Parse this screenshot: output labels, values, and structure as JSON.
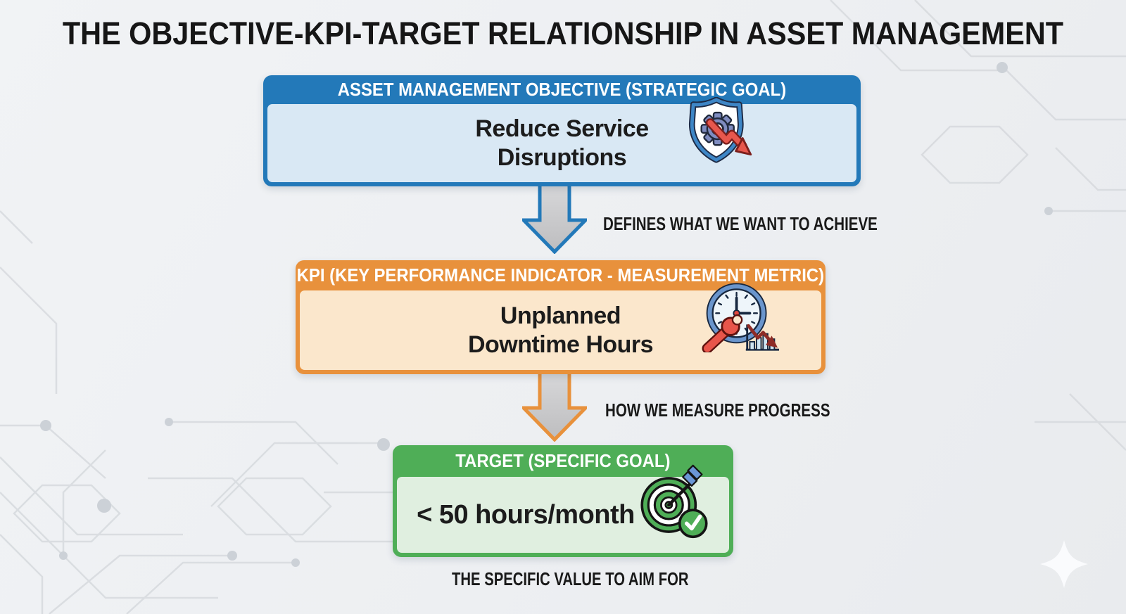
{
  "page": {
    "title": "THE OBJECTIVE-KPI-TARGET RELATIONSHIP IN ASSET MANAGEMENT"
  },
  "objective_box": {
    "header": "ASSET MANAGEMENT OBJECTIVE (STRATEGIC GOAL)",
    "line1": "Reduce Service",
    "line2": "Disruptions",
    "icon": "shield-gear-decline-icon"
  },
  "kpi_box": {
    "header": "KPI (KEY PERFORMANCE INDICATOR - MEASUREMENT METRIC)",
    "line1": "Unplanned",
    "line2": "Downtime Hours",
    "icon": "clock-wrench-downtrend-icon"
  },
  "target_box": {
    "header": "TARGET (SPECIFIC GOAL)",
    "line1": "< 50 hours/month",
    "icon": "target-dart-check-icon"
  },
  "annotations": {
    "objective_to_kpi": "DEFINES WHAT WE WANT TO ACHIEVE",
    "kpi_to_target": "HOW WE MEASURE PROGRESS",
    "target_caption": "THE SPECIFIC VALUE TO AIM FOR"
  },
  "colors": {
    "objective_accent": "#2379b9",
    "objective_fill": "#d9e8f4",
    "kpi_accent": "#e8913c",
    "kpi_fill": "#fbe7cc",
    "target_accent": "#4fae57",
    "target_fill": "#e0efe0",
    "arrow_fill": "#c9c9cb",
    "background": "#edeff2",
    "text": "#1a1a1a"
  }
}
